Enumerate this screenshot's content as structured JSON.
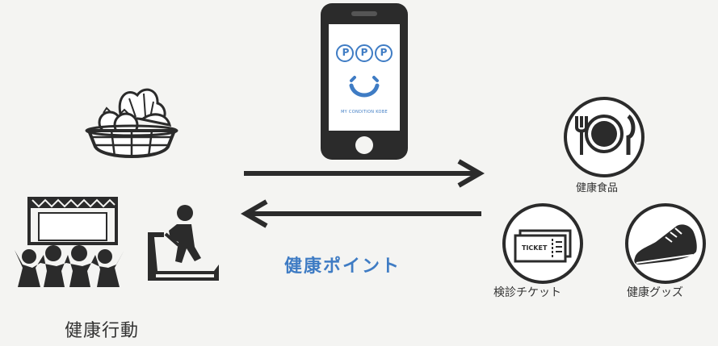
{
  "app": {
    "logo_letters": [
      "P",
      "P",
      "P"
    ],
    "tagline": "MY CONDITION KOBE"
  },
  "labels": {
    "left_caption": "健康行動",
    "arrow_caption": "健康ポイント",
    "food": "健康食品",
    "ticket": "検診チケット",
    "goods": "健康グッズ"
  },
  "ticket_text": "TICKET",
  "colors": {
    "accent": "#3f7cc4",
    "icon": "#2b2b2b",
    "background": "#f4f4f2"
  },
  "icons": [
    "vegetable-basket-icon",
    "concert-crowd-icon",
    "treadmill-icon",
    "smartphone-icon",
    "plate-cutlery-icon",
    "ticket-icon",
    "sneaker-icon"
  ]
}
